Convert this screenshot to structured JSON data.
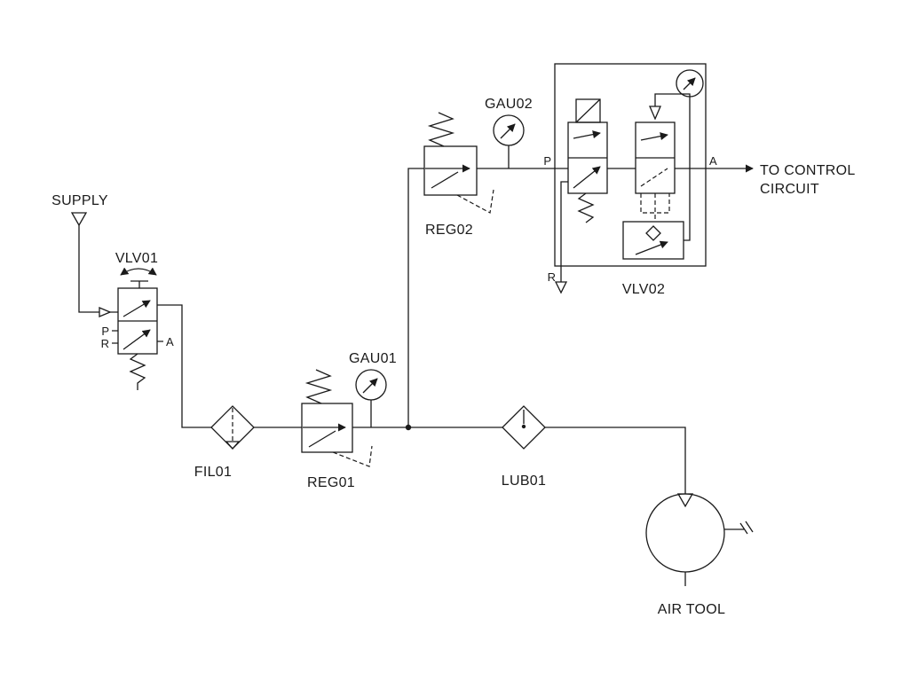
{
  "diagram": {
    "type": "pneumatic-circuit-schematic",
    "labels": {
      "supply": "SUPPLY",
      "vlv01": "VLV01",
      "fil01": "FIL01",
      "reg01": "REG01",
      "gau01": "GAU01",
      "reg02": "REG02",
      "gau02": "GAU02",
      "vlv02": "VLV02",
      "lub01": "LUB01",
      "air_tool": "AIR TOOL",
      "to_control_line1": "TO CONTROL",
      "to_control_line2": "CIRCUIT"
    },
    "ports": {
      "vlv01_p": "P",
      "vlv01_r": "R",
      "vlv01_a": "A",
      "vlv02_p": "P",
      "vlv02_r": "R",
      "vlv02_a": "A"
    },
    "colors": {
      "line": "#1a1a1a",
      "background": "#ffffff"
    }
  }
}
